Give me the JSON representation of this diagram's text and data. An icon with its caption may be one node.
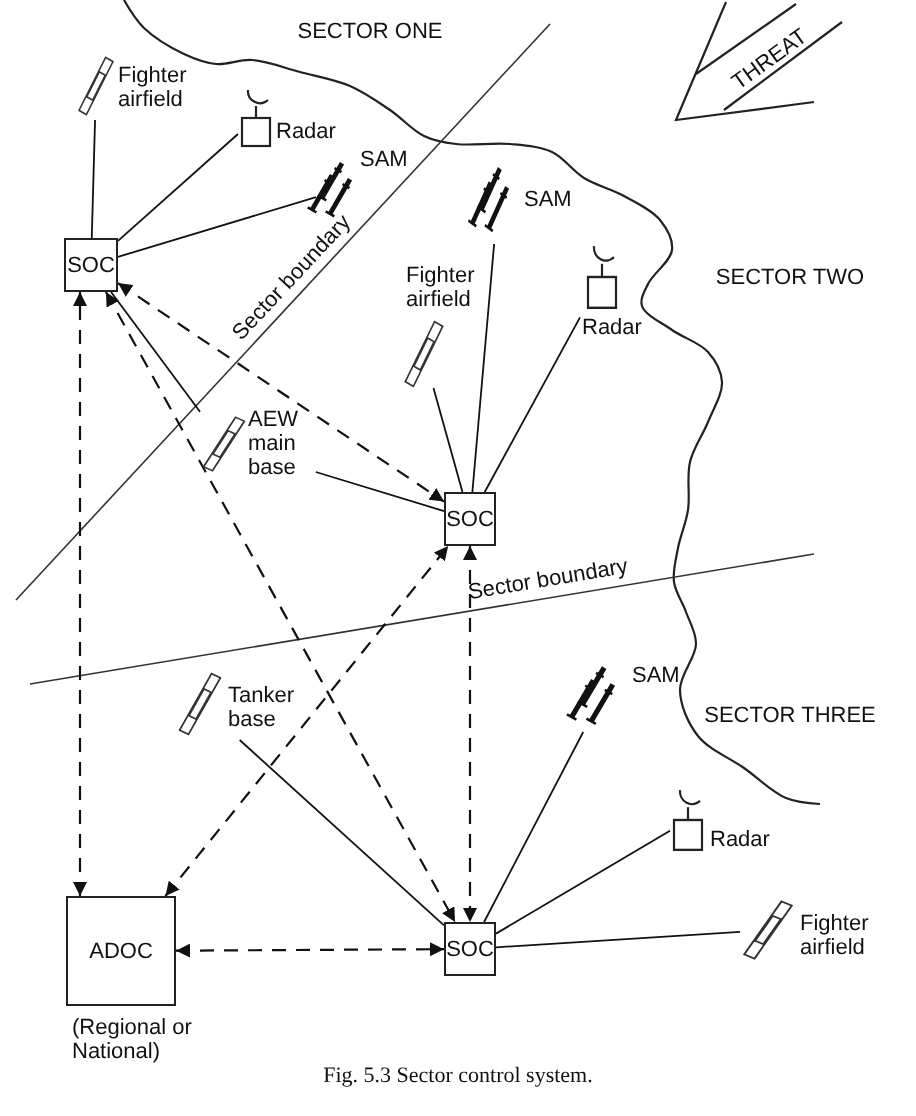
{
  "diagram": {
    "caption": "Fig. 5.3 Sector control system.",
    "nodes": [
      {
        "text": [
          "Fighter airfield"
        ]
      },
      {
        "text": [
          "Radar"
        ]
      },
      {
        "text": [
          "SAM"
        ]
      },
      {
        "text": [
          "SOC"
        ]
      },
      {
        "text": [
          "Fighter airfield"
        ]
      },
      {
        "text": [
          "SAM"
        ]
      },
      {
        "text": [
          "Radar"
        ]
      },
      {
        "text": [
          "AEW main base"
        ]
      },
      {
        "text": [
          "SOC"
        ]
      },
      {
        "text": [
          "Tanker base"
        ]
      },
      {
        "text": [
          "SAM"
        ]
      },
      {
        "text": [
          "ADOC"
        ],
        "beside": [
          "(Regional or National)"
        ]
      },
      {
        "text": [
          "Radar"
        ]
      },
      {
        "text": [
          "SOC"
        ]
      },
      {
        "text": [
          "Fighter airfield"
        ]
      }
    ],
    "edges": [
      {
        "from": 3,
        "to": 0,
        "arrow": "none"
      },
      {
        "from": 3,
        "to": 1,
        "arrow": "none"
      },
      {
        "from": 3,
        "to": 2,
        "arrow": "none"
      },
      {
        "from": 3,
        "to": 8,
        "arrow": "both",
        "style": "dashed"
      },
      {
        "from": 3,
        "to": 13,
        "arrow": "both",
        "style": "dashed"
      },
      {
        "from": 3,
        "to": 7,
        "arrow": "none"
      },
      {
        "from": 7,
        "to": 8,
        "arrow": "none"
      },
      {
        "from": 8,
        "to": 4,
        "arrow": "none"
      },
      {
        "from": 8,
        "to": 5,
        "arrow": "none"
      },
      {
        "from": 8,
        "to": 6,
        "arrow": "none"
      },
      {
        "from": 8,
        "to": 13,
        "arrow": "both",
        "style": "dashed"
      },
      {
        "from": 11,
        "to": 3,
        "arrow": "both",
        "style": "dashed"
      },
      {
        "from": 11,
        "to": 8,
        "arrow": "both",
        "style": "dashed"
      },
      {
        "from": 11,
        "to": 13,
        "arrow": "both",
        "style": "dashed"
      },
      {
        "from": 9,
        "to": 13,
        "arrow": "none"
      },
      {
        "from": 13,
        "to": 10,
        "arrow": "none"
      },
      {
        "from": 13,
        "to": 12,
        "arrow": "none"
      },
      {
        "from": 13,
        "to": 14,
        "arrow": "none"
      }
    ],
    "labels": [
      "SECTOR ONE",
      "THREAT",
      "Sector boundary",
      "SECTOR TWO",
      "Sector boundary",
      "SECTOR THREE"
    ]
  }
}
